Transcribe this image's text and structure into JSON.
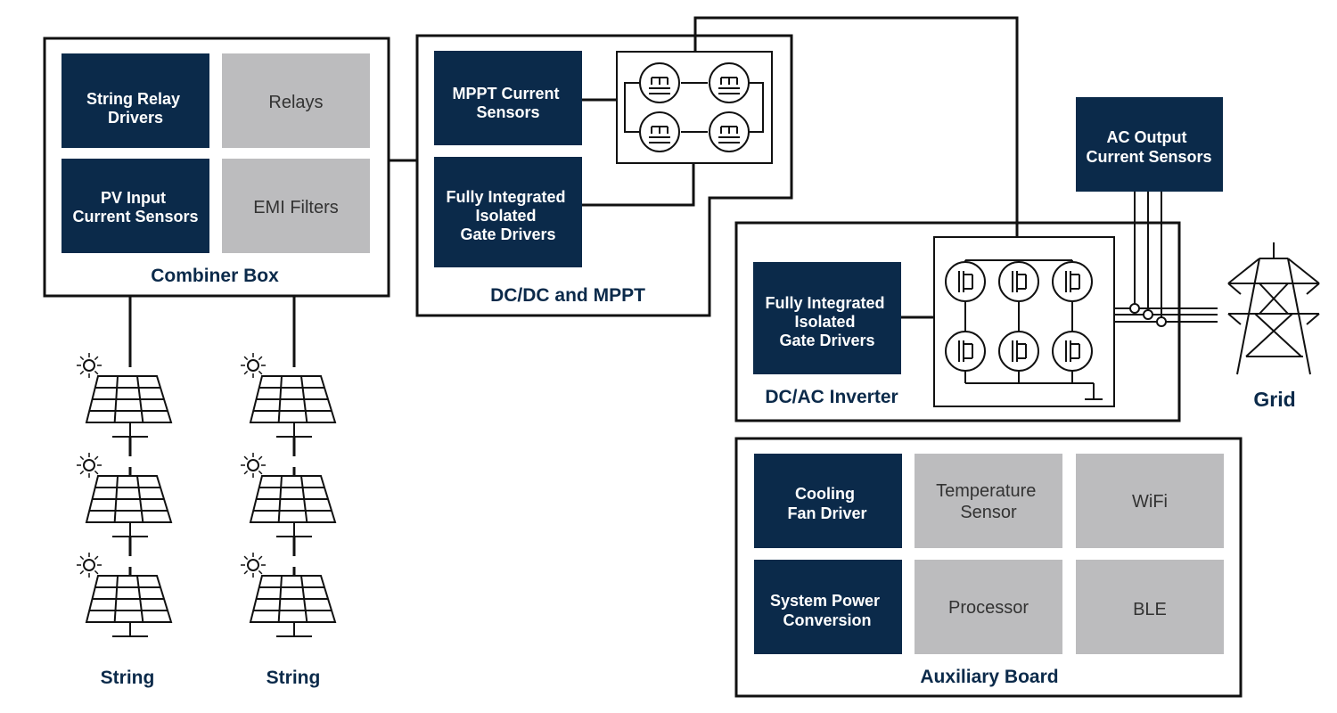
{
  "combiner_box": {
    "title": "Combiner Box",
    "blocks": [
      {
        "lines": [
          "String Relay",
          "Drivers"
        ]
      },
      {
        "lines": [
          "Relays"
        ]
      },
      {
        "lines": [
          "PV Input",
          "Current Sensors"
        ]
      },
      {
        "lines": [
          "EMI Filters"
        ]
      }
    ]
  },
  "dcdc": {
    "title": "DC/DC and MPPT",
    "blocks": [
      {
        "lines": [
          "MPPT Current",
          "Sensors"
        ]
      },
      {
        "lines": [
          "Fully Integrated",
          "Isolated",
          "Gate Drivers"
        ]
      }
    ]
  },
  "ac_sensors": {
    "lines": [
      "AC Output",
      "Current  Sensors"
    ]
  },
  "inverter": {
    "title": "DC/AC Inverter",
    "blocks": [
      {
        "lines": [
          "Fully Integrated",
          "Isolated",
          "Gate Drivers"
        ]
      }
    ]
  },
  "auxiliary": {
    "title": "Auxiliary Board",
    "blocks": [
      {
        "lines": [
          "Cooling",
          "Fan Driver"
        ]
      },
      {
        "lines": [
          "Temperature",
          "Sensor"
        ]
      },
      {
        "lines": [
          "WiFi"
        ]
      },
      {
        "lines": [
          "System Power",
          "Conversion"
        ]
      },
      {
        "lines": [
          "Processor"
        ]
      },
      {
        "lines": [
          "BLE"
        ]
      }
    ]
  },
  "grid": {
    "label": "Grid"
  },
  "strings": [
    {
      "label": "String"
    },
    {
      "label": "String"
    }
  ],
  "colors": {
    "block_dark": "#0b2a4a",
    "block_grey": "#bcbcbe",
    "caption": "#0b2a4a",
    "line": "#111111"
  },
  "icons": [
    "sun-icon",
    "solar-panel-icon",
    "mosfet-icon",
    "transmission-tower-icon",
    "ground-icon"
  ]
}
